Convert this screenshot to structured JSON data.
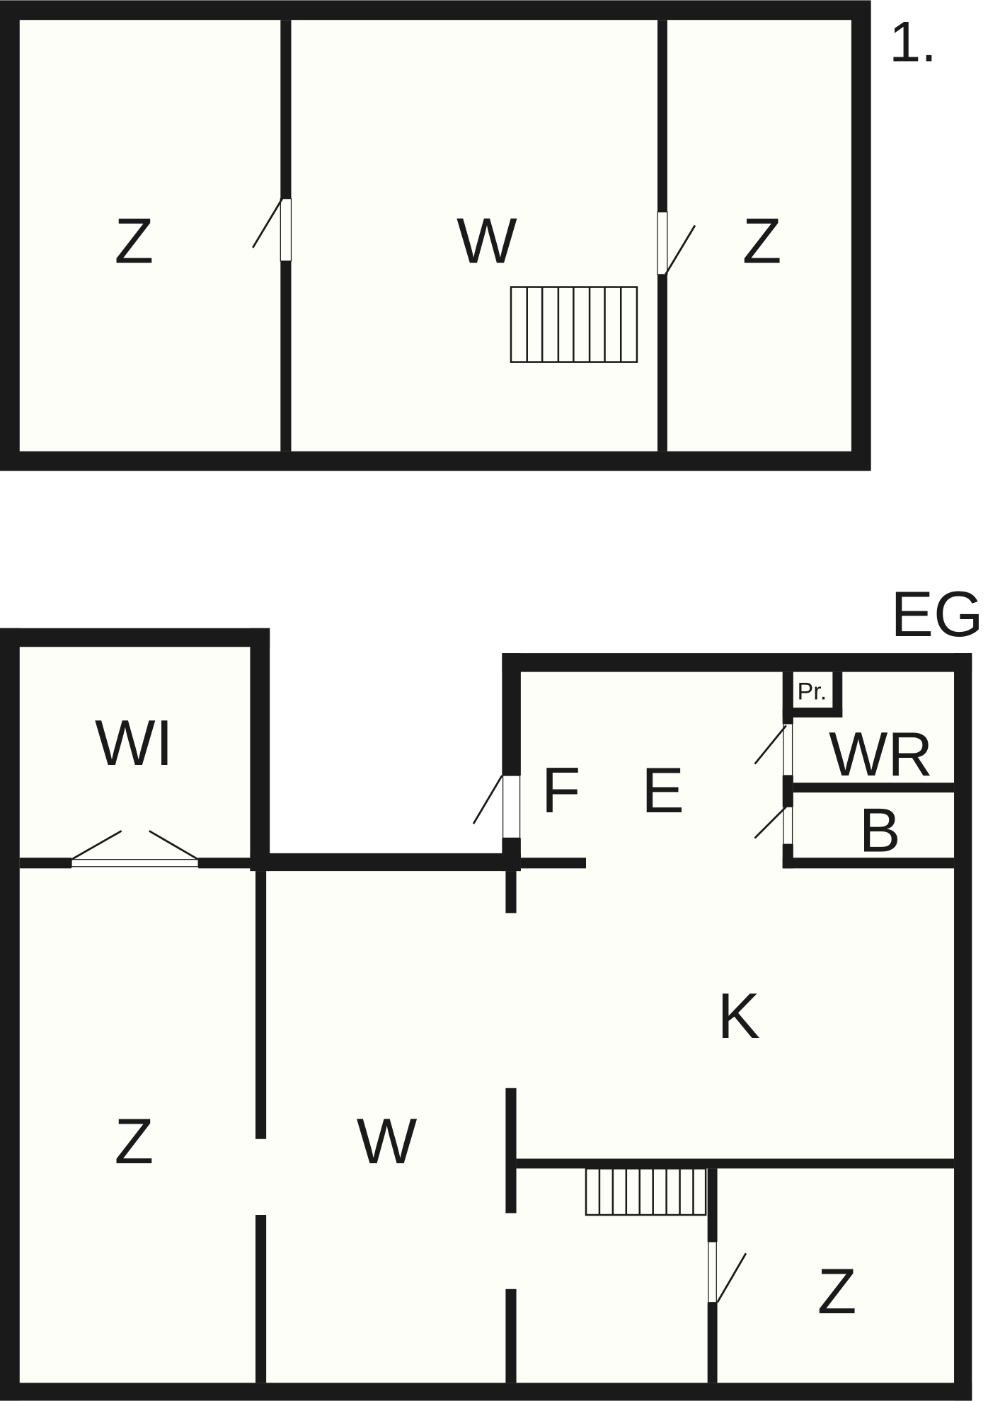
{
  "colors": {
    "wall": "#1a1a1a",
    "room": "#fefef8",
    "background": "#ffffff"
  },
  "upper_floor": {
    "level_label": "1.",
    "rooms": [
      {
        "id": "z-left",
        "label": "Z"
      },
      {
        "id": "w-center",
        "label": "W"
      },
      {
        "id": "z-right",
        "label": "Z"
      }
    ]
  },
  "ground_floor": {
    "level_label": "EG",
    "rooms": [
      {
        "id": "wi",
        "label": "WI"
      },
      {
        "id": "f",
        "label": "F"
      },
      {
        "id": "e",
        "label": "E"
      },
      {
        "id": "pr",
        "label": "Pr."
      },
      {
        "id": "wr",
        "label": "WR"
      },
      {
        "id": "b",
        "label": "B"
      },
      {
        "id": "k",
        "label": "K"
      },
      {
        "id": "z-left",
        "label": "Z"
      },
      {
        "id": "w",
        "label": "W"
      },
      {
        "id": "z-right",
        "label": "Z"
      }
    ]
  }
}
